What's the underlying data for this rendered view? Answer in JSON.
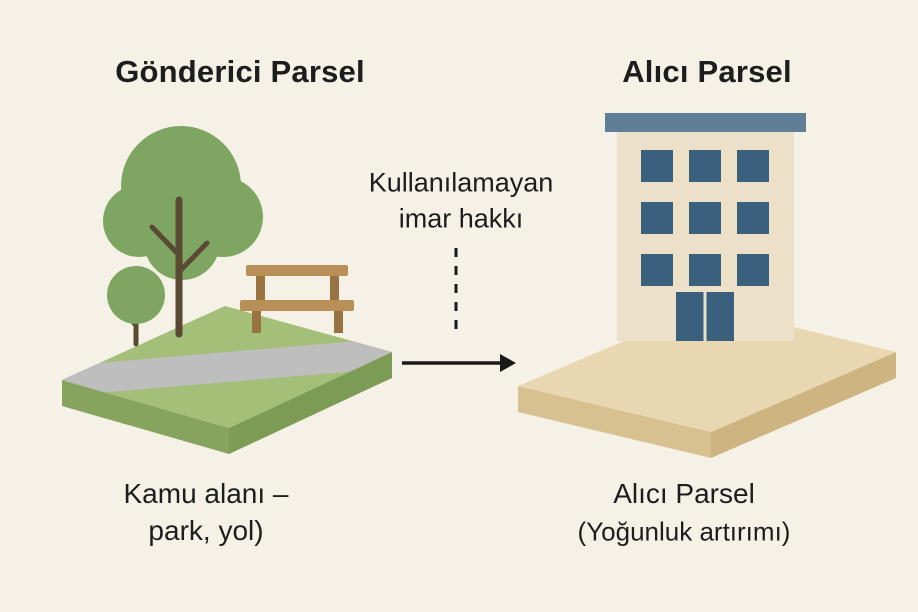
{
  "titles": {
    "left": "Gönderici Parsel",
    "right": "Alıcı Parsel"
  },
  "transfer": {
    "line1": "Kullanılamayan",
    "line2": "imar hakkı"
  },
  "captions": {
    "left_line1": "Kamu alanı –",
    "left_line2": "park, yol)",
    "right_line1": "Alıcı Parsel",
    "right_line2": "(Yoğunluk artırımı)"
  },
  "colors": {
    "background": "#f6f1e6",
    "text": "#1d1d1d",
    "grass_top": "#a3bf78",
    "grass_side_left": "#87a45e",
    "grass_side_right": "#7c9b54",
    "road": "#bebebe",
    "tree_canopy": "#7fa562",
    "tree_trunk": "#5a4a33",
    "bench_wood": "#b98f58",
    "bench_leg": "#9a7343",
    "sand_top": "#e9d7b2",
    "sand_side_left": "#d8c190",
    "sand_side_right": "#cdb481",
    "building_body": "#ece1c8",
    "building_roof": "#607e95",
    "building_window": "#3a607d",
    "arrow": "#1a1a1a"
  }
}
